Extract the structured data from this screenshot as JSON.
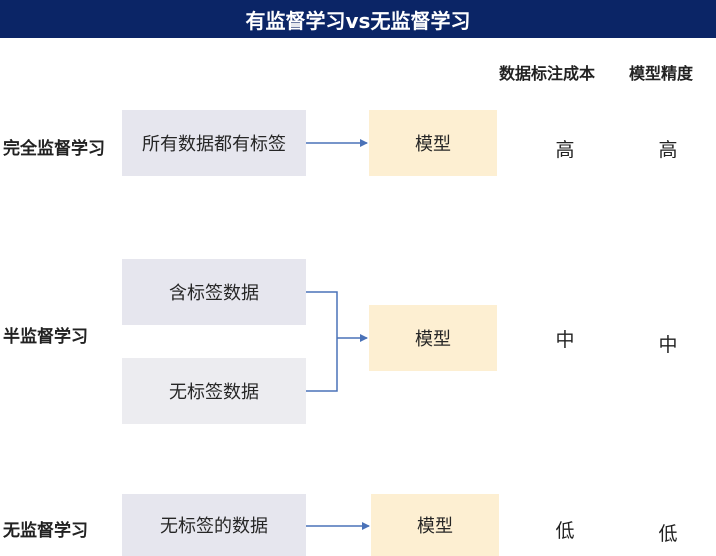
{
  "title": "有监督学习vs无监督学习",
  "headers": {
    "cost": "数据标注成本",
    "accuracy": "模型精度"
  },
  "rows": {
    "supervised": {
      "label": "完全监督学习",
      "data": "所有数据都有标签",
      "model": "模型",
      "cost": "高",
      "accuracy": "高"
    },
    "semi": {
      "label": "半监督学习",
      "data_labeled": "含标签数据",
      "data_unlabeled": "无标签数据",
      "model": "模型",
      "cost": "中",
      "accuracy": "中"
    },
    "unsupervised": {
      "label": "无监督学习",
      "data": "无标签的数据",
      "model": "模型",
      "cost": "低",
      "accuracy": "低"
    }
  },
  "colors": {
    "title_bg": "#0b2566",
    "data_box": "#e6e6ee",
    "model_box": "#fdefd2",
    "arrow": "#4a72b8"
  }
}
